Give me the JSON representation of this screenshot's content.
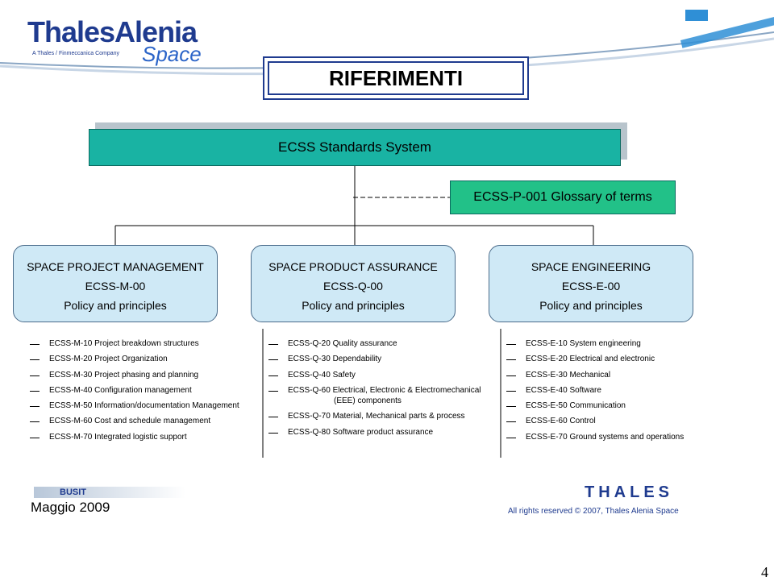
{
  "logo": {
    "name": "ThalesAlenia",
    "tagline": "A Thales / Finmeccanica Company",
    "space": "Space"
  },
  "slide": {
    "title": "RIFERIMENTI",
    "page_number": "4"
  },
  "system": {
    "label": "ECSS Standards System",
    "glossary": "ECSS-P-001 Glossary of terms"
  },
  "branches": [
    {
      "line1": "SPACE PROJECT MANAGEMENT",
      "line2": "ECSS-M-00",
      "line3": "Policy and principles",
      "items": [
        "ECSS-M-10  Project  breakdown structures",
        "ECSS-M-20  Project Organization",
        "ECSS-M-30  Project phasing and planning",
        "ECSS-M-40 Configuration management",
        "ECSS-M-50 Information/documentation Management",
        "ECSS-M-60 Cost and schedule management",
        "ECSS-M-70 Integrated logistic support"
      ]
    },
    {
      "line1": "SPACE PRODUCT ASSURANCE",
      "line2": "ECSS-Q-00",
      "line3": "Policy and principles",
      "items": [
        "ECSS-Q-20 Quality assurance",
        "ECSS-Q-30 Dependability",
        "ECSS-Q-40 Safety",
        "ECSS-Q-60 Electrical, Electronic & Electromechanical",
        "(EEE) components",
        "ECSS-Q-70 Material, Mechanical parts & process",
        "ECSS-Q-80 Software product assurance"
      ]
    },
    {
      "line1": "SPACE ENGINEERING",
      "line2": "ECSS-E-00",
      "line3": "Policy and principles",
      "items": [
        "ECSS-E-10 System engineering",
        "ECSS-E-20 Electrical and electronic",
        "ECSS-E-30 Mechanical",
        "ECSS-E-40 Software",
        "ECSS-E-50 Communication",
        "ECSS-E-60 Control",
        "ECSS-E-70 Ground systems and operations"
      ]
    }
  ],
  "footer": {
    "busit": "BUSIT",
    "date": "Maggio 2009",
    "thales": "THALES",
    "rights": "All rights reserved © 2007, Thales Alenia Space"
  },
  "colors": {
    "brand_blue": "#1f3b8f",
    "system_box": "#19b3a3",
    "glossary_box": "#22c188",
    "branch_box": "#cfe9f6"
  }
}
